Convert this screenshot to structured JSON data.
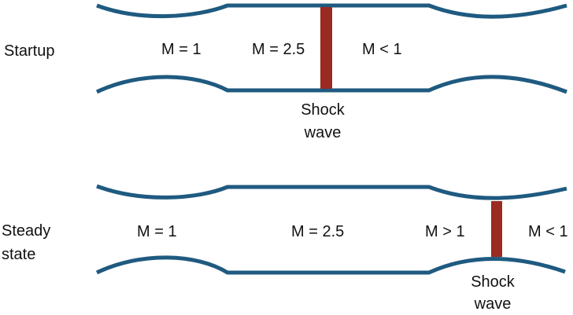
{
  "panels": [
    {
      "name": "startup",
      "label_lines": [
        "Startup"
      ],
      "mach_labels": [
        "M = 1",
        "M = 2.5",
        "M < 1"
      ],
      "shock_label_lines": [
        "Shock",
        "wave"
      ]
    },
    {
      "name": "steady-state",
      "label_lines": [
        "Steady",
        "state"
      ],
      "mach_labels": [
        "M = 1",
        "M = 2.5",
        "M > 1",
        "M < 1"
      ],
      "shock_label_lines": [
        "Shock",
        "wave"
      ]
    }
  ],
  "colors": {
    "nozzle_wall": "#1f5a80",
    "shock_wave": "#9a2a22",
    "text": "#111111"
  }
}
